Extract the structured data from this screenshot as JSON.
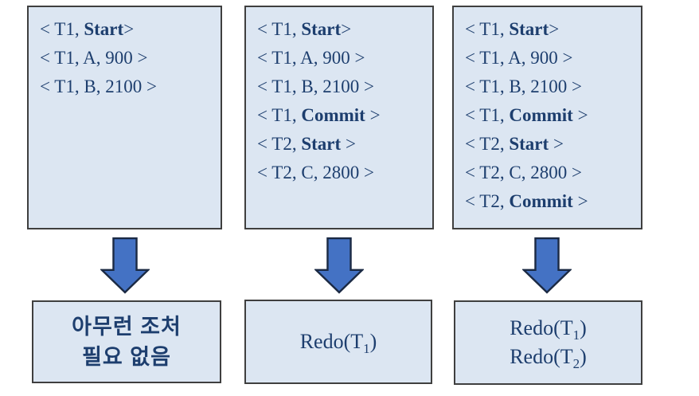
{
  "colors": {
    "background": "#ffffff",
    "box_fill": "#dce6f2",
    "box_border": "#3f3f3f",
    "text_navy": "#1d3e6e",
    "arrow_fill": "#4472c4",
    "arrow_stroke": "#1b2a44"
  },
  "columns": [
    {
      "log": [
        {
          "pre": "< T1, ",
          "bold": "Start",
          "post": ">"
        },
        {
          "pre": "< T1, A, 900 >",
          "bold": "",
          "post": ""
        },
        {
          "pre": "< T1, B, 2100 >",
          "bold": "",
          "post": ""
        }
      ],
      "result": {
        "lines": [
          {
            "pre": "아무런 조처",
            "sub": "",
            "post": ""
          },
          {
            "pre": "필요 없음",
            "sub": "",
            "post": ""
          }
        ]
      }
    },
    {
      "log": [
        {
          "pre": "< T1, ",
          "bold": "Start",
          "post": ">"
        },
        {
          "pre": "< T1, A, 900 >",
          "bold": "",
          "post": ""
        },
        {
          "pre": "< T1, B, 2100 >",
          "bold": "",
          "post": ""
        },
        {
          "pre": "< T1, ",
          "bold": "Commit",
          "post": " >"
        },
        {
          "pre": "< T2, ",
          "bold": "Start",
          "post": " >"
        },
        {
          "pre": "< T2, C, 2800 >",
          "bold": "",
          "post": ""
        }
      ],
      "result": {
        "lines": [
          {
            "pre": "Redo(T",
            "sub": "1",
            "post": ")"
          }
        ]
      }
    },
    {
      "log": [
        {
          "pre": "< T1, ",
          "bold": "Start",
          "post": ">"
        },
        {
          "pre": "< T1, A, 900 >",
          "bold": "",
          "post": ""
        },
        {
          "pre": "< T1, B, 2100 >",
          "bold": "",
          "post": ""
        },
        {
          "pre": "< T1, ",
          "bold": "Commit",
          "post": " >"
        },
        {
          "pre": "< T2, ",
          "bold": "Start",
          "post": " >"
        },
        {
          "pre": "< T2, C, 2800 >",
          "bold": "",
          "post": ""
        },
        {
          "pre": "< T2, ",
          "bold": "Commit",
          "post": " >"
        }
      ],
      "result": {
        "lines": [
          {
            "pre": "Redo(T",
            "sub": "1",
            "post": ")"
          },
          {
            "pre": "Redo(T",
            "sub": "2",
            "post": ")"
          }
        ]
      }
    }
  ]
}
